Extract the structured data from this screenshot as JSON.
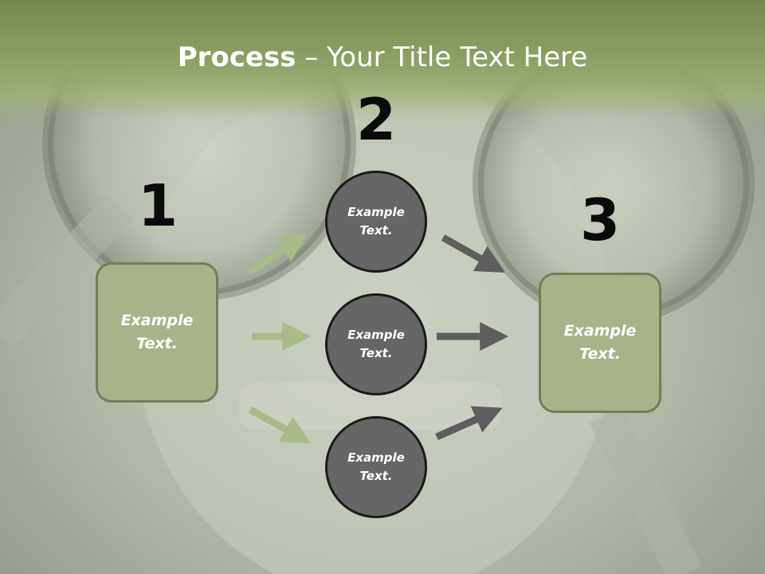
{
  "title": {
    "bold": "Process",
    "rest": " – Your Title Text Here"
  },
  "steps": {
    "one": "1",
    "two": "2",
    "three": "3"
  },
  "nodes": {
    "left": "Example\nText.",
    "top": "Example\nText.",
    "middle": "Example\nText.",
    "bottom": "Example\nText.",
    "right": "Example\nText."
  },
  "colors": {
    "header": "#8fa366",
    "box_fill": "#a7b48a",
    "box_border": "#6f7f5a",
    "circle_fill": "#666666",
    "green_arrow": "#a9bb87",
    "gray_arrow": "#5e5e5e"
  }
}
